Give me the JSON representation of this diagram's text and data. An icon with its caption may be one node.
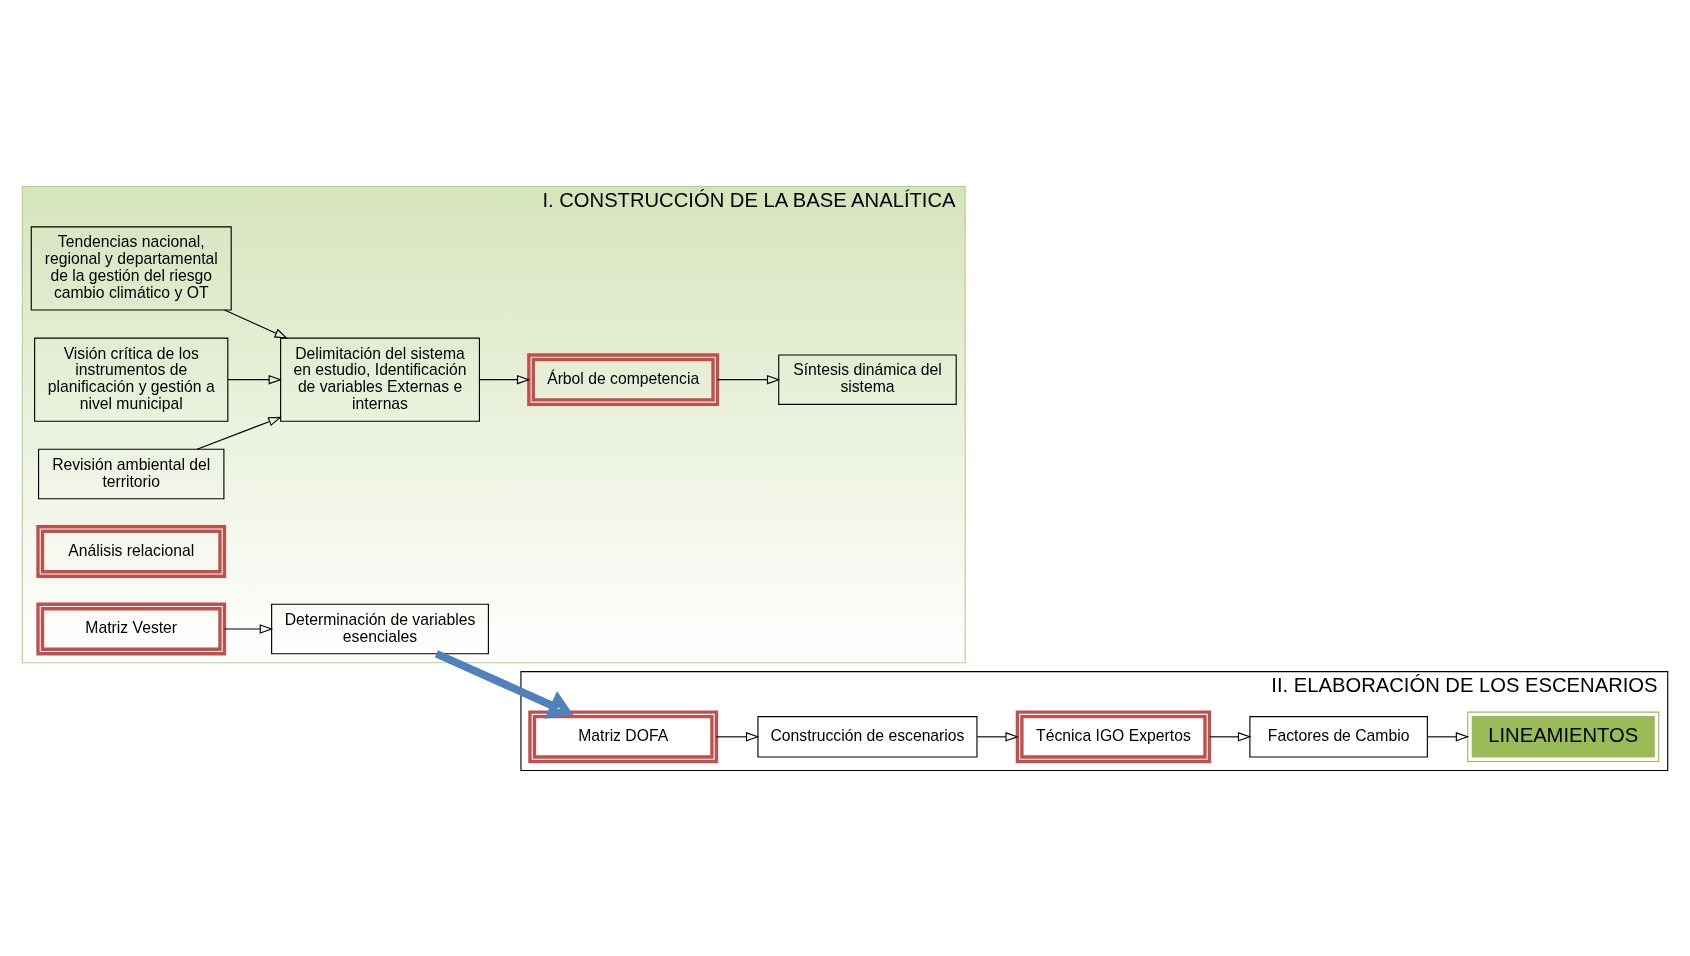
{
  "diagram": {
    "nodes": [
      {
        "text": [
          "I. CONSTRUCCIÓN DE LA BASE ANALÍTICA"
        ]
      },
      {
        "text": [
          "Tendencias nacional, regional y departamental de la gestión del riesgo cambio climático y OT"
        ],
        "in": 0
      },
      {
        "text": [
          "Visión crítica de los instrumentos de planificación y gestión a nivel municipal"
        ],
        "in": 0
      },
      {
        "text": [
          "Revisión ambiental del territorio"
        ],
        "in": 0
      },
      {
        "text": [
          "Delimitación del sistema en estudio, Identificación de variables Externas e internas"
        ],
        "in": 0
      },
      {
        "text": [
          "Árbol de competencia"
        ],
        "in": 0
      },
      {
        "text": [
          "Síntesis dinámica del sistema"
        ],
        "in": 0
      },
      {
        "text": [
          "Análisis relacional"
        ],
        "in": 0
      },
      {
        "text": [
          "Matriz Vester"
        ],
        "in": 0
      },
      {
        "text": [
          "Determinación de variables esenciales"
        ],
        "in": 0
      },
      {
        "text": [
          "II. ELABORACIÓN DE LOS ESCENARIOS"
        ]
      },
      {
        "text": [
          "Matriz DOFA"
        ],
        "in": 10
      },
      {
        "text": [
          "Construcción de escenarios"
        ],
        "in": 10
      },
      {
        "text": [
          "Técnica IGO Expertos"
        ],
        "in": 10
      },
      {
        "text": [
          "Factores de Cambio"
        ],
        "in": 10
      },
      {
        "text": [
          "LINEAMIENTOS"
        ],
        "in": 10
      }
    ],
    "edges": [
      {
        "from": 1,
        "to": 4,
        "arrow": "to"
      },
      {
        "from": 2,
        "to": 4,
        "arrow": "to"
      },
      {
        "from": 3,
        "to": 4,
        "arrow": "to"
      },
      {
        "from": 4,
        "to": 5,
        "arrow": "to"
      },
      {
        "from": 5,
        "to": 6,
        "arrow": "to"
      },
      {
        "from": 8,
        "to": 9,
        "arrow": "to"
      },
      {
        "from": 9,
        "to": 11,
        "arrow": "to",
        "style": "thick",
        "color": "#4f81bd"
      },
      {
        "from": 11,
        "to": 12,
        "arrow": "to"
      },
      {
        "from": 12,
        "to": 13,
        "arrow": "to"
      },
      {
        "from": 13,
        "to": 14,
        "arrow": "to"
      },
      {
        "from": 14,
        "to": 15,
        "arrow": "to"
      }
    ]
  }
}
